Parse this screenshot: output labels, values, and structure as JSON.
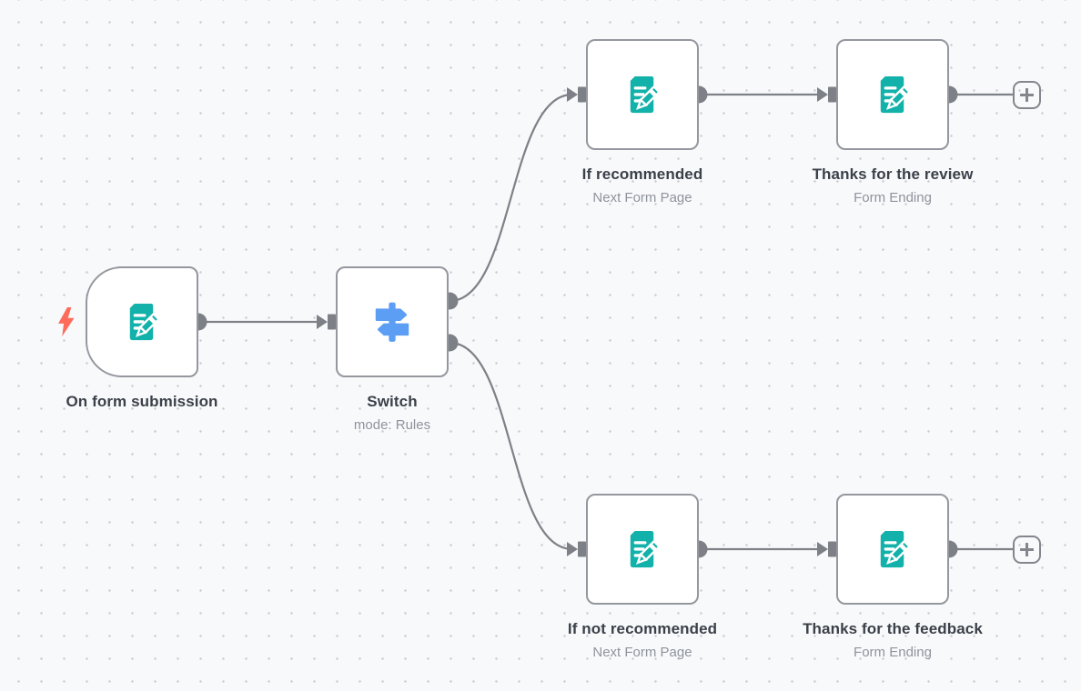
{
  "app": {
    "name": "workflow-canvas",
    "description": "n8n-style workflow editor canvas with a form trigger, a switch and two form branches"
  },
  "canvas": {
    "background": "#f8f9fb",
    "grid_dot_color": "#c9cbd3",
    "connector_color": "#7d8086",
    "node_border_color": "#94979e",
    "node_background": "#ffffff",
    "title_color": "#3b4049",
    "subtitle_color": "#8f939c",
    "form_icon_color": "#12b1aa",
    "switch_icon_color": "#5d9ef5",
    "trigger_bolt_color": "#ff6b5a"
  },
  "nodes": [
    {
      "id": "on-form-submission",
      "label": "On form submission",
      "sublabel": "",
      "type": "form-trigger",
      "icon": "form-edit-icon",
      "badge": "lightning-icon"
    },
    {
      "id": "switch",
      "label": "Switch",
      "sublabel": "mode: Rules",
      "type": "switch",
      "icon": "signpost-icon"
    },
    {
      "id": "if-recommended",
      "label": "If recommended",
      "sublabel": "Next Form Page",
      "type": "form-page",
      "icon": "form-edit-icon"
    },
    {
      "id": "thanks-for-the-review",
      "label": "Thanks for the review",
      "sublabel": "Form Ending",
      "type": "form-ending",
      "icon": "form-edit-icon"
    },
    {
      "id": "if-not-recommended",
      "label": "If not recommended",
      "sublabel": "Next Form Page",
      "type": "form-page",
      "icon": "form-edit-icon"
    },
    {
      "id": "thanks-for-the-feedback",
      "label": "Thanks for the feedback",
      "sublabel": "Form Ending",
      "type": "form-ending",
      "icon": "form-edit-icon"
    }
  ],
  "connections": [
    {
      "from": "on-form-submission",
      "to": "switch"
    },
    {
      "from": "switch",
      "output": 0,
      "to": "if-recommended"
    },
    {
      "from": "switch",
      "output": 1,
      "to": "if-not-recommended"
    },
    {
      "from": "if-recommended",
      "to": "thanks-for-the-review"
    },
    {
      "from": "if-not-recommended",
      "to": "thanks-for-the-feedback"
    },
    {
      "from": "thanks-for-the-review",
      "to": "add-node-button-top"
    },
    {
      "from": "thanks-for-the-feedback",
      "to": "add-node-button-bottom"
    }
  ],
  "add_buttons": [
    {
      "id": "add-node-button-top",
      "icon": "plus-icon"
    },
    {
      "id": "add-node-button-bottom",
      "icon": "plus-icon"
    }
  ]
}
